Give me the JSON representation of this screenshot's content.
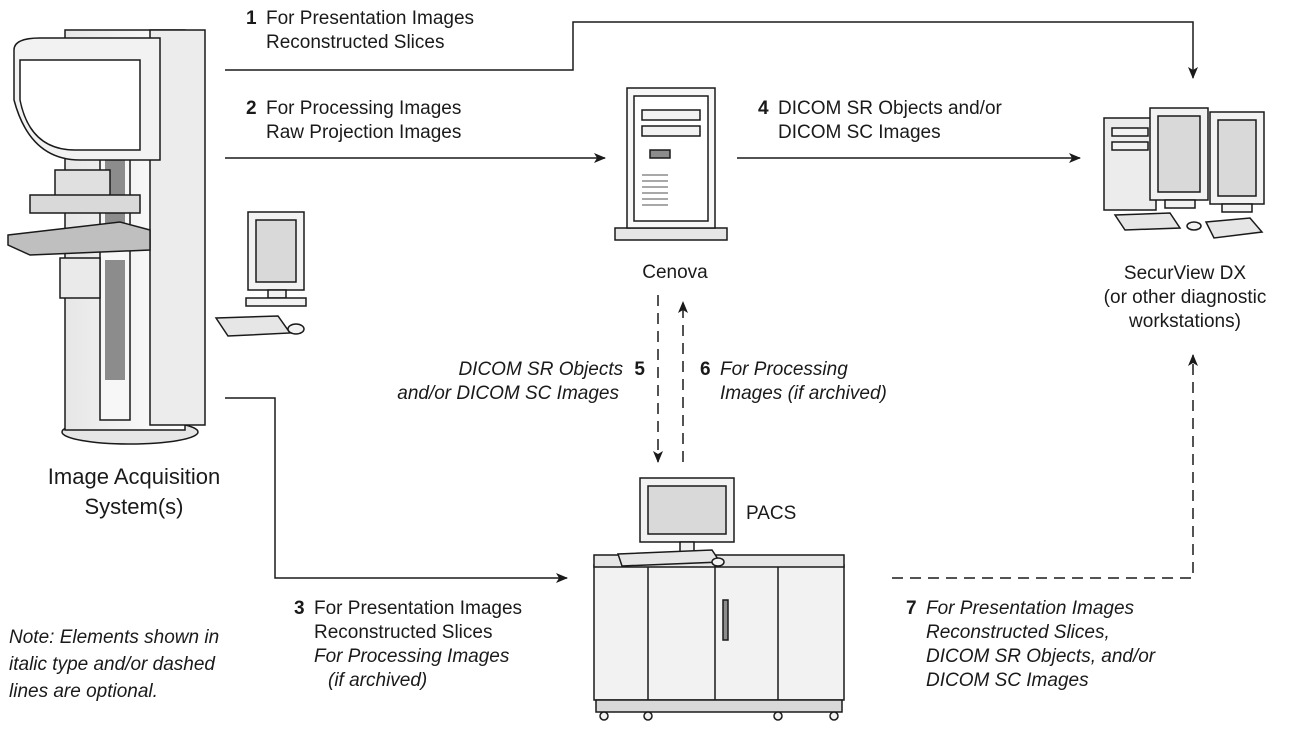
{
  "nodes": {
    "acquisition": [
      "Image Acquisition",
      "System(s)"
    ],
    "cenova": "Cenova",
    "pacs": "PACS",
    "securview": [
      "SecurView DX",
      "(or other diagnostic",
      "workstations)"
    ]
  },
  "flows": [
    {
      "num": "1",
      "lines": [
        "For Presentation Images",
        "Reconstructed Slices"
      ]
    },
    {
      "num": "2",
      "lines": [
        "For Processing Images",
        "Raw Projection Images"
      ]
    },
    {
      "num": "3",
      "lines": [
        "For Presentation Images",
        "Reconstructed Slices"
      ],
      "optional_lines": [
        "For Processing Images",
        "(if archived)"
      ]
    },
    {
      "num": "4",
      "lines": [
        "DICOM SR Objects and/or",
        "DICOM SC Images"
      ]
    },
    {
      "num": "5",
      "optional_lines": [
        "DICOM SR Objects",
        "and/or DICOM SC Images"
      ]
    },
    {
      "num": "6",
      "optional_lines": [
        "For Processing",
        "Images (if archived)"
      ]
    },
    {
      "num": "7",
      "optional_lines": [
        "For Presentation Images",
        "Reconstructed Slices,",
        "DICOM SR Objects, and/or",
        "DICOM SC Images"
      ]
    }
  ],
  "note": [
    "Note: Elements shown in",
    "italic type and/or dashed",
    "lines are optional."
  ],
  "colors": {
    "line": "#1a1a1a",
    "device_fill": "#f2f2f2",
    "device_dark": "#8c8c8c",
    "screen": "#d9d9d9"
  }
}
